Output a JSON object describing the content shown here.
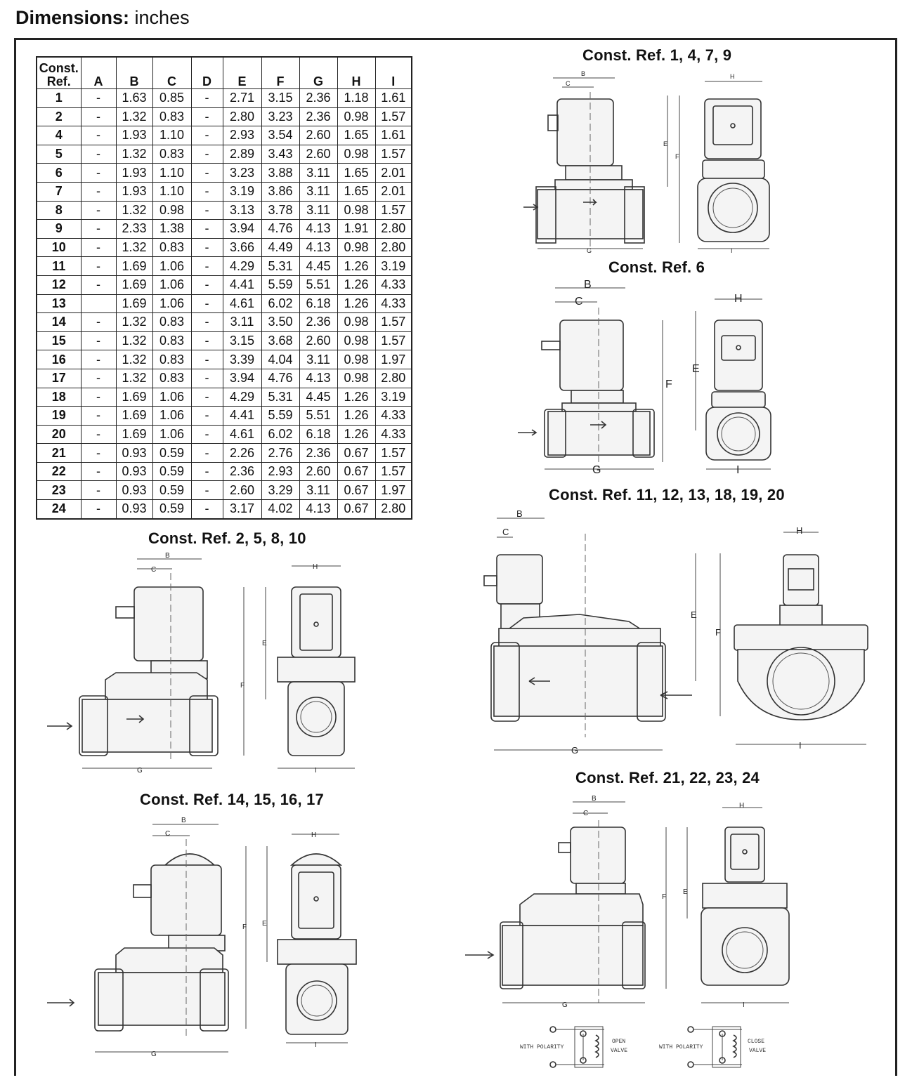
{
  "heading": {
    "bold": "Dimensions:",
    "unit": "inches"
  },
  "table": {
    "headers": [
      [
        "Const.",
        "Ref."
      ],
      [
        "A"
      ],
      [
        "B"
      ],
      [
        "C"
      ],
      [
        "D"
      ],
      [
        "E"
      ],
      [
        "F"
      ],
      [
        "G"
      ],
      [
        "H"
      ],
      [
        "I"
      ]
    ],
    "rows": [
      [
        "1",
        "-",
        "1.63",
        "0.85",
        "-",
        "2.71",
        "3.15",
        "2.36",
        "1.18",
        "1.61"
      ],
      [
        "2",
        "-",
        "1.32",
        "0.83",
        "-",
        "2.80",
        "3.23",
        "2.36",
        "0.98",
        "1.57"
      ],
      [
        "4",
        "-",
        "1.93",
        "1.10",
        "-",
        "2.93",
        "3.54",
        "2.60",
        "1.65",
        "1.61"
      ],
      [
        "5",
        "-",
        "1.32",
        "0.83",
        "-",
        "2.89",
        "3.43",
        "2.60",
        "0.98",
        "1.57"
      ],
      [
        "6",
        "-",
        "1.93",
        "1.10",
        "-",
        "3.23",
        "3.88",
        "3.11",
        "1.65",
        "2.01"
      ],
      [
        "7",
        "-",
        "1.93",
        "1.10",
        "-",
        "3.19",
        "3.86",
        "3.11",
        "1.65",
        "2.01"
      ],
      [
        "8",
        "-",
        "1.32",
        "0.98",
        "-",
        "3.13",
        "3.78",
        "3.11",
        "0.98",
        "1.57"
      ],
      [
        "9",
        "-",
        "2.33",
        "1.38",
        "-",
        "3.94",
        "4.76",
        "4.13",
        "1.91",
        "2.80"
      ],
      [
        "10",
        "-",
        "1.32",
        "0.83",
        "-",
        "3.66",
        "4.49",
        "4.13",
        "0.98",
        "2.80"
      ],
      [
        "11",
        "-",
        "1.69",
        "1.06",
        "-",
        "4.29",
        "5.31",
        "4.45",
        "1.26",
        "3.19"
      ],
      [
        "12",
        "-",
        "1.69",
        "1.06",
        "-",
        "4.41",
        "5.59",
        "5.51",
        "1.26",
        "4.33"
      ],
      [
        "13",
        "",
        "1.69",
        "1.06",
        "-",
        "4.61",
        "6.02",
        "6.18",
        "1.26",
        "4.33"
      ],
      [
        "14",
        "-",
        "1.32",
        "0.83",
        "-",
        "3.11",
        "3.50",
        "2.36",
        "0.98",
        "1.57"
      ],
      [
        "15",
        "-",
        "1.32",
        "0.83",
        "-",
        "3.15",
        "3.68",
        "2.60",
        "0.98",
        "1.57"
      ],
      [
        "16",
        "-",
        "1.32",
        "0.83",
        "-",
        "3.39",
        "4.04",
        "3.11",
        "0.98",
        "1.97"
      ],
      [
        "17",
        "-",
        "1.32",
        "0.83",
        "-",
        "3.94",
        "4.76",
        "4.13",
        "0.98",
        "2.80"
      ],
      [
        "18",
        "-",
        "1.69",
        "1.06",
        "-",
        "4.29",
        "5.31",
        "4.45",
        "1.26",
        "3.19"
      ],
      [
        "19",
        "-",
        "1.69",
        "1.06",
        "-",
        "4.41",
        "5.59",
        "5.51",
        "1.26",
        "4.33"
      ],
      [
        "20",
        "-",
        "1.69",
        "1.06",
        "-",
        "4.61",
        "6.02",
        "6.18",
        "1.26",
        "4.33"
      ],
      [
        "21",
        "-",
        "0.93",
        "0.59",
        "-",
        "2.26",
        "2.76",
        "2.36",
        "0.67",
        "1.57"
      ],
      [
        "22",
        "-",
        "0.93",
        "0.59",
        "-",
        "2.36",
        "2.93",
        "2.60",
        "0.67",
        "1.57"
      ],
      [
        "23",
        "-",
        "0.93",
        "0.59",
        "-",
        "2.60",
        "3.29",
        "3.11",
        "0.67",
        "1.97"
      ],
      [
        "24",
        "-",
        "0.93",
        "0.59",
        "-",
        "3.17",
        "4.02",
        "4.13",
        "0.67",
        "2.80"
      ]
    ]
  },
  "captions": {
    "ref_1_4_7_9": "Const. Ref. 1, 4, 7, 9",
    "ref_6": "Const. Ref.  6",
    "ref_11_20": "Const. Ref.  11, 12, 13, 18, 19, 20",
    "ref_2_5_8_10": "Const. Ref. 2, 5, 8, 10",
    "ref_14_17": "Const. Ref. 14, 15, 16, 17",
    "ref_21_24": "Const. Ref. 21, 22, 23, 24"
  },
  "dimension_labels": {
    "B": "B",
    "C": "C",
    "E": "E",
    "F": "F",
    "G": "G",
    "H": "H",
    "I": "I"
  },
  "polarity": {
    "with_polarity": "WITH POLARITY",
    "open_valve": [
      "OPEN",
      "VALVE"
    ],
    "close_valve": [
      "CLOSE",
      "VALVE"
    ]
  }
}
